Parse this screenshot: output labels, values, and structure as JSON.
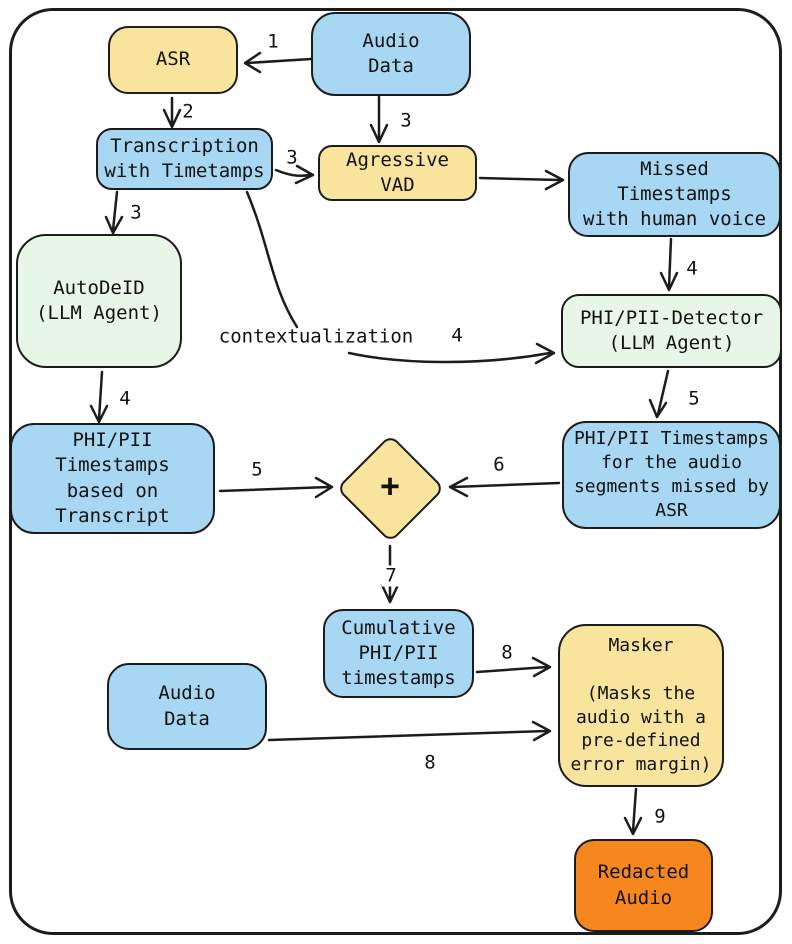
{
  "colors": {
    "blue": "#a8d7f3",
    "yellow": "#f9e49e",
    "green": "#e8f6e8",
    "orange": "#f6871f",
    "stroke": "#1c1c1c"
  },
  "nodes": {
    "audio_data_top": "Audio\nData",
    "asr": "ASR",
    "transcription": "Transcription\nwith Timetamps",
    "aggressive_vad": "Agressive\nVAD",
    "missed_timestamps": "Missed\nTimestamps\nwith human voice",
    "autodeid": "AutoDeID\n(LLM Agent)",
    "phi_pii_detector": "PHI/PII-Detector\n(LLM Agent)",
    "phi_transcript": "PHI/PII\nTimestamps\nbased on\nTranscript",
    "merge_plus": "+",
    "phi_missed_asr": "PHI/PII Timestamps\nfor the audio\nsegments missed by\nASR",
    "cumulative": "Cumulative\nPHI/PII\ntimestamps",
    "audio_data_bottom": "Audio\nData",
    "masker": "Masker\n\n(Masks the\naudio with a\npre-defined\nerror margin)",
    "redacted_audio": "Redacted\nAudio"
  },
  "edge_labels": {
    "step1": "1",
    "step2": "2",
    "step3_transcription_vad": "3",
    "step3_audio_vad": "3",
    "step3_transcription_autodeid": "3",
    "step4_missed_detector": "4",
    "step4_contextualization": "4",
    "contextualization": "contextualization",
    "step5_detector_missed": "5",
    "step5_transcript_merge": "5",
    "step6": "6",
    "step7": "7",
    "step8_cumulative_masker": "8",
    "step8_audio_masker": "8",
    "step9": "9"
  }
}
